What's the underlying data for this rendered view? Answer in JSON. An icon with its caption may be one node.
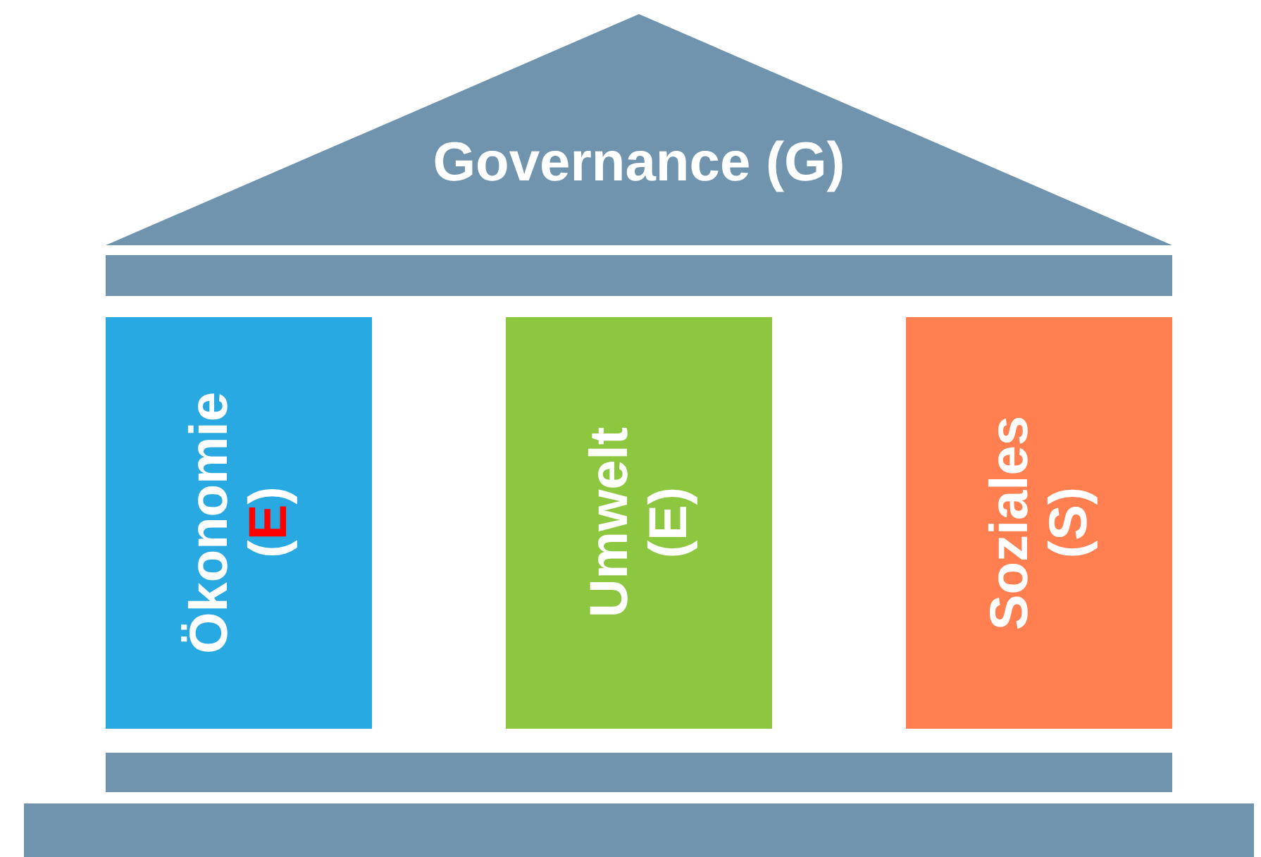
{
  "diagram": {
    "nodes": [
      {
        "text": [
          "Governance (G)"
        ]
      },
      {
        "text": [],
        "shape": "bar"
      },
      {
        "text": [
          "Ökonomie",
          "(E)"
        ]
      },
      {
        "text": [
          "Umwelt",
          "(E)"
        ]
      },
      {
        "text": [
          "Soziales",
          "(S)"
        ]
      },
      {
        "text": [],
        "shape": "bar"
      },
      {
        "text": [],
        "shape": "bar"
      }
    ],
    "edges": []
  }
}
